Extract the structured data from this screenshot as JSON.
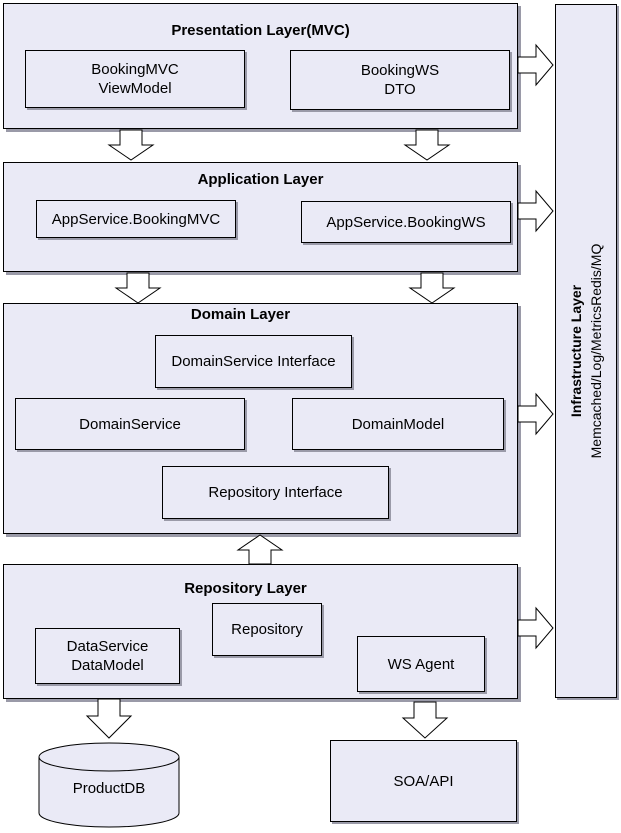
{
  "presentation": {
    "title": "Presentation Layer(MVC)",
    "mvc_line1": "BookingMVC",
    "mvc_line2": "ViewModel",
    "ws_line1": "BookingWS",
    "ws_line2": "DTO"
  },
  "application": {
    "title": "Application Layer",
    "mvc": "AppService.BookingMVC",
    "ws": "AppService.BookingWS"
  },
  "domain": {
    "title": "Domain Layer",
    "service_interface": "DomainService Interface",
    "service": "DomainService",
    "model": "DomainModel",
    "repo_interface": "Repository Interface"
  },
  "repository": {
    "title": "Repository Layer",
    "repo": "Repository",
    "ds_line1": "DataService",
    "ds_line2": "DataModel",
    "ws_agent": "WS Agent"
  },
  "external": {
    "productdb": "ProductDB",
    "soa": "SOA/API"
  },
  "infrastructure": {
    "title": "Infrastructure Layer",
    "subtitle": "Memcached/Log/MetricsRedis/MQ"
  },
  "colors": {
    "fill": "#eaeaf6",
    "shadow": "#9a9aa8",
    "stroke": "#000000"
  }
}
